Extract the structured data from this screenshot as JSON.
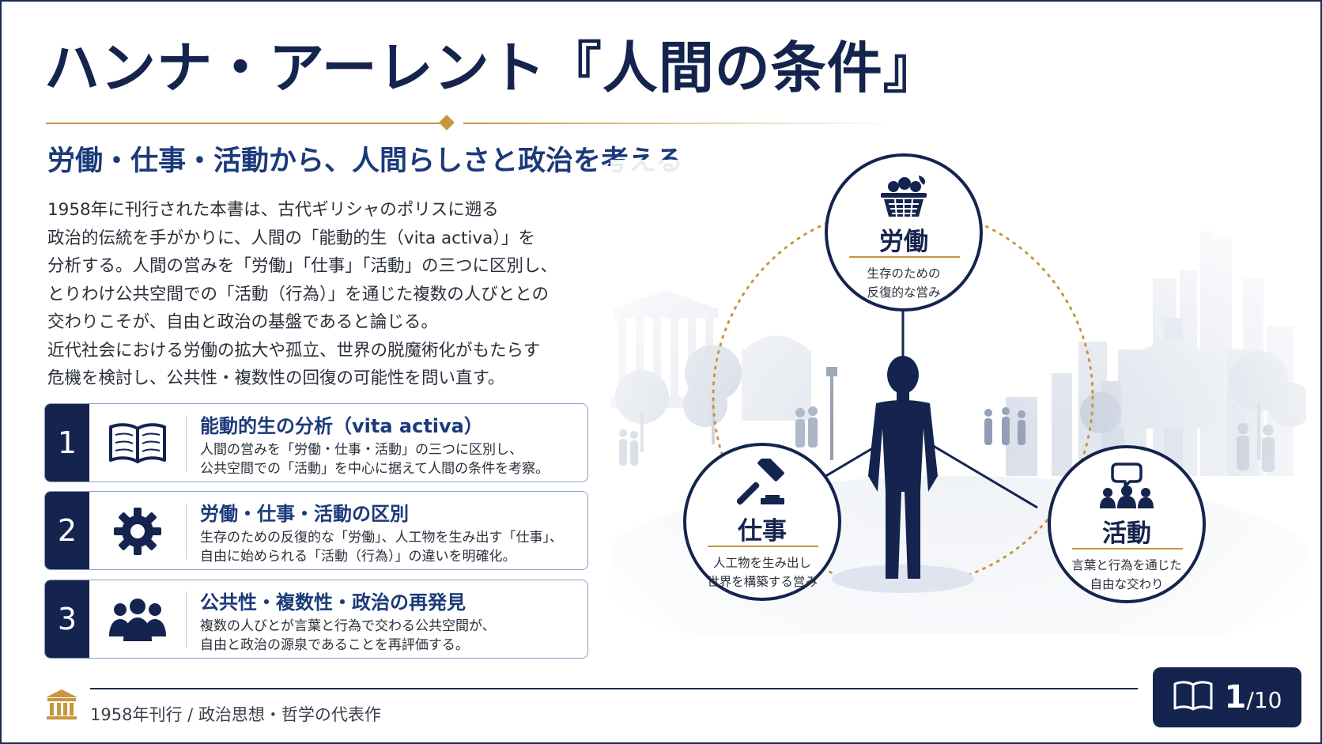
{
  "title": "ハンナ・アーレント『人間の条件』",
  "subtitle": "労働・仕事・活動から、人間らしさと政治を考える",
  "intro_lines": [
    "1958年に刊行された本書は、古代ギリシャのポリスに遡る",
    "政治的伝統を手がかりに、人間の「能動的生（vita activa）」を",
    "分析する。人間の営みを「労働」「仕事」「活動」の三つに区別し、",
    "とりわけ公共空間での「活動（行為）」を通じた複数の人びととの",
    "交わりこそが、自由と政治の基盤であると論じる。",
    "近代社会における労働の拡大や孤立、世界の脱魔術化がもたらす",
    "危機を検討し、公共性・複数性の回復の可能性を問い直す。"
  ],
  "cards": [
    {
      "num": "1",
      "icon": "open-book-icon",
      "title": "能動的生の分析（vita activa）",
      "desc": [
        "人間の営みを「労働・仕事・活動」の三つに区別し、",
        "公共空間での「活動」を中心に据えて人間の条件を考察。"
      ]
    },
    {
      "num": "2",
      "icon": "gear-icon",
      "title": "労働・仕事・活動の区別",
      "desc": [
        "生存のための反復的な「労働」、人工物を生み出す「仕事」、",
        "自由に始められる「活動（行為）」の違いを明確化。"
      ]
    },
    {
      "num": "3",
      "icon": "people-group-icon",
      "title": "公共性・複数性・政治の再発見",
      "desc": [
        "複数の人びとが言葉と行為で交わる公共空間が、",
        "自由と政治の源泉であることを再評価する。"
      ]
    }
  ],
  "diagram": {
    "labor": {
      "title": "労働",
      "icon": "basket-icon",
      "desc": [
        "生存のための",
        "反復的な営み"
      ]
    },
    "work": {
      "title": "仕事",
      "icon": "hammer-icon",
      "desc": [
        "人工物を生み出し",
        "世界を構築する営み"
      ]
    },
    "action": {
      "title": "活動",
      "icon": "dialogue-people-icon",
      "desc": [
        "言葉と行為を通じた",
        "自由な交わり"
      ]
    }
  },
  "footer": {
    "text": "1958年刊行 / 政治思想・哲学の代表作",
    "icon": "classical-building-icon"
  },
  "page": {
    "current": "1",
    "total": "/10",
    "icon": "book-icon"
  },
  "colors": {
    "navy": "#14244e",
    "accent_blue": "#1b3a7a",
    "gold": "#c8963e"
  }
}
